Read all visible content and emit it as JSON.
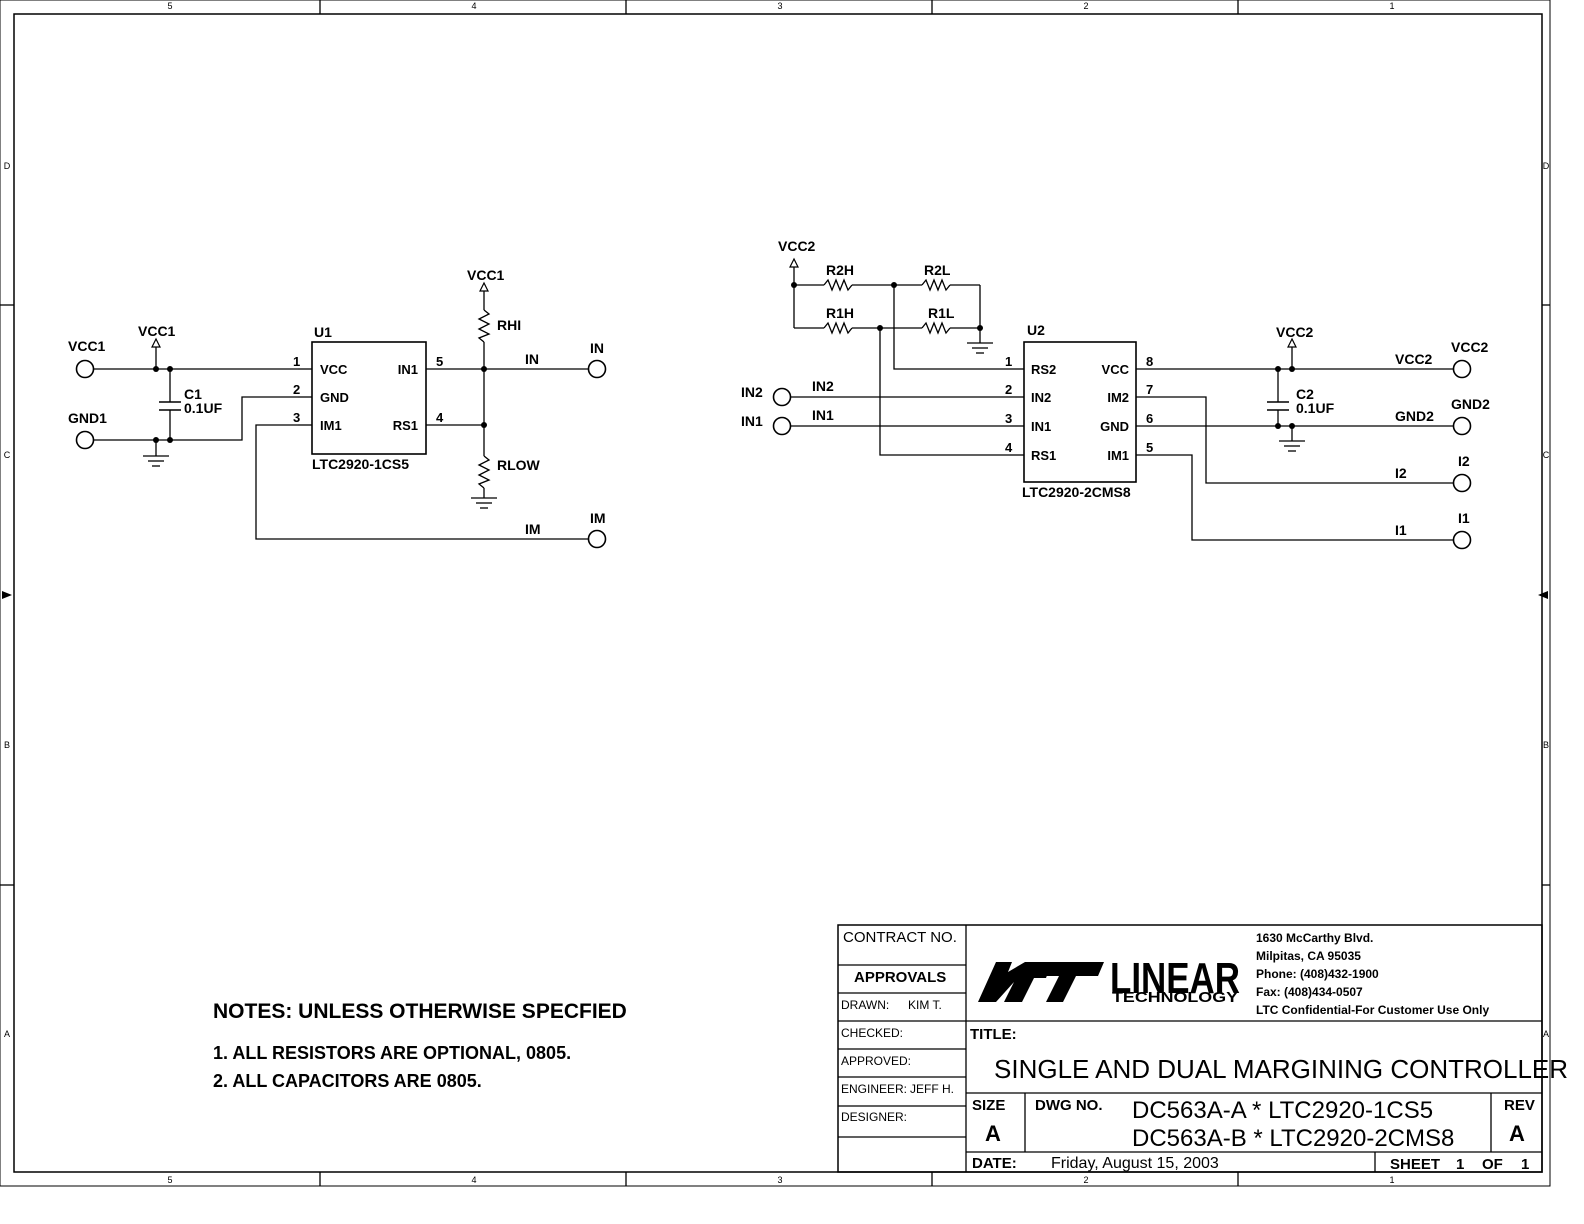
{
  "border": {
    "columns": [
      "5",
      "4",
      "3",
      "2",
      "1"
    ],
    "rows": [
      "D",
      "C",
      "B",
      "A"
    ]
  },
  "circuit1": {
    "net_vcc1_left": "VCC1",
    "net_vcc1_pwr": "VCC1",
    "net_gnd1": "GND1",
    "c1_ref": "C1",
    "c1_value": "0.1UF",
    "u1_ref": "U1",
    "u1_part": "LTC2920-1CS5",
    "u1_pins": {
      "p1_num": "1",
      "p1_name": "VCC",
      "p2_num": "2",
      "p2_name": "GND",
      "p3_num": "3",
      "p3_name": "IM1",
      "p5_num": "5",
      "p5_name": "IN1",
      "p4_num": "4",
      "p4_name": "RS1"
    },
    "vcc1_top": "VCC1",
    "rhi": "RHI",
    "rlow": "RLOW",
    "net_in_wire": "IN",
    "net_in_port": "IN",
    "net_im_wire": "IM",
    "net_im_port": "IM"
  },
  "circuit2": {
    "vcc2_top": "VCC2",
    "r2h": "R2H",
    "r2l": "R2L",
    "r1h": "R1H",
    "r1l": "R1L",
    "u2_ref": "U2",
    "u2_part": "LTC2920-2CMS8",
    "u2_pins": {
      "p1_num": "1",
      "p1_name": "RS2",
      "p2_num": "2",
      "p2_name": "IN2",
      "p3_num": "3",
      "p3_name": "IN1",
      "p4_num": "4",
      "p4_name": "RS1",
      "p8_num": "8",
      "p8_name": "VCC",
      "p7_num": "7",
      "p7_name": "IM2",
      "p6_num": "6",
      "p6_name": "GND",
      "p5_num": "5",
      "p5_name": "IM1"
    },
    "in2_port": "IN2",
    "in2_wire": "IN2",
    "in1_port": "IN1",
    "in1_wire": "IN1",
    "vcc2_pwr": "VCC2",
    "c2_ref": "C2",
    "c2_value": "0.1UF",
    "vcc2_wire": "VCC2",
    "vcc2_port": "VCC2",
    "gnd2_wire": "GND2",
    "gnd2_port": "GND2",
    "i2_wire": "I2",
    "i2_port": "I2",
    "i1_wire": "I1",
    "i1_port": "I1"
  },
  "notes": {
    "heading": "NOTES: UNLESS OTHERWISE SPECFIED",
    "items": [
      "1.  ALL RESISTORS ARE OPTIONAL, 0805.",
      "2.  ALL CAPACITORS ARE 0805."
    ]
  },
  "title_block": {
    "contract_no": "CONTRACT NO.",
    "approvals": "APPROVALS",
    "drawn_label": "DRAWN:",
    "drawn_value": "KIM T.",
    "checked_label": "CHECKED:",
    "approved_label": "APPROVED:",
    "engineer_label": "ENGINEER:",
    "engineer_value": "JEFF H.",
    "designer_label": "DESIGNER:",
    "logo_word": "LINEAR",
    "logo_sub": "TECHNOLOGY",
    "address": [
      "1630 McCarthy Blvd.",
      "Milpitas, CA 95035",
      "Phone: (408)432-1900",
      "Fax: (408)434-0507",
      "LTC Confidential-For Customer Use Only"
    ],
    "title_label": "TITLE:",
    "title": "SINGLE AND DUAL MARGINING CONTROLLER",
    "size_label": "SIZE",
    "size_value": "A",
    "dwg_label": "DWG NO.",
    "dwg_line1": "DC563A-A * LTC2920-1CS5",
    "dwg_line2": "DC563A-B * LTC2920-2CMS8",
    "rev_label": "REV",
    "rev_value": "A",
    "date_label": "DATE:",
    "date_value": "Friday, August 15, 2003",
    "sheet_label": "SHEET",
    "sheet_num": "1",
    "of_label": "OF",
    "sheet_total": "1"
  }
}
